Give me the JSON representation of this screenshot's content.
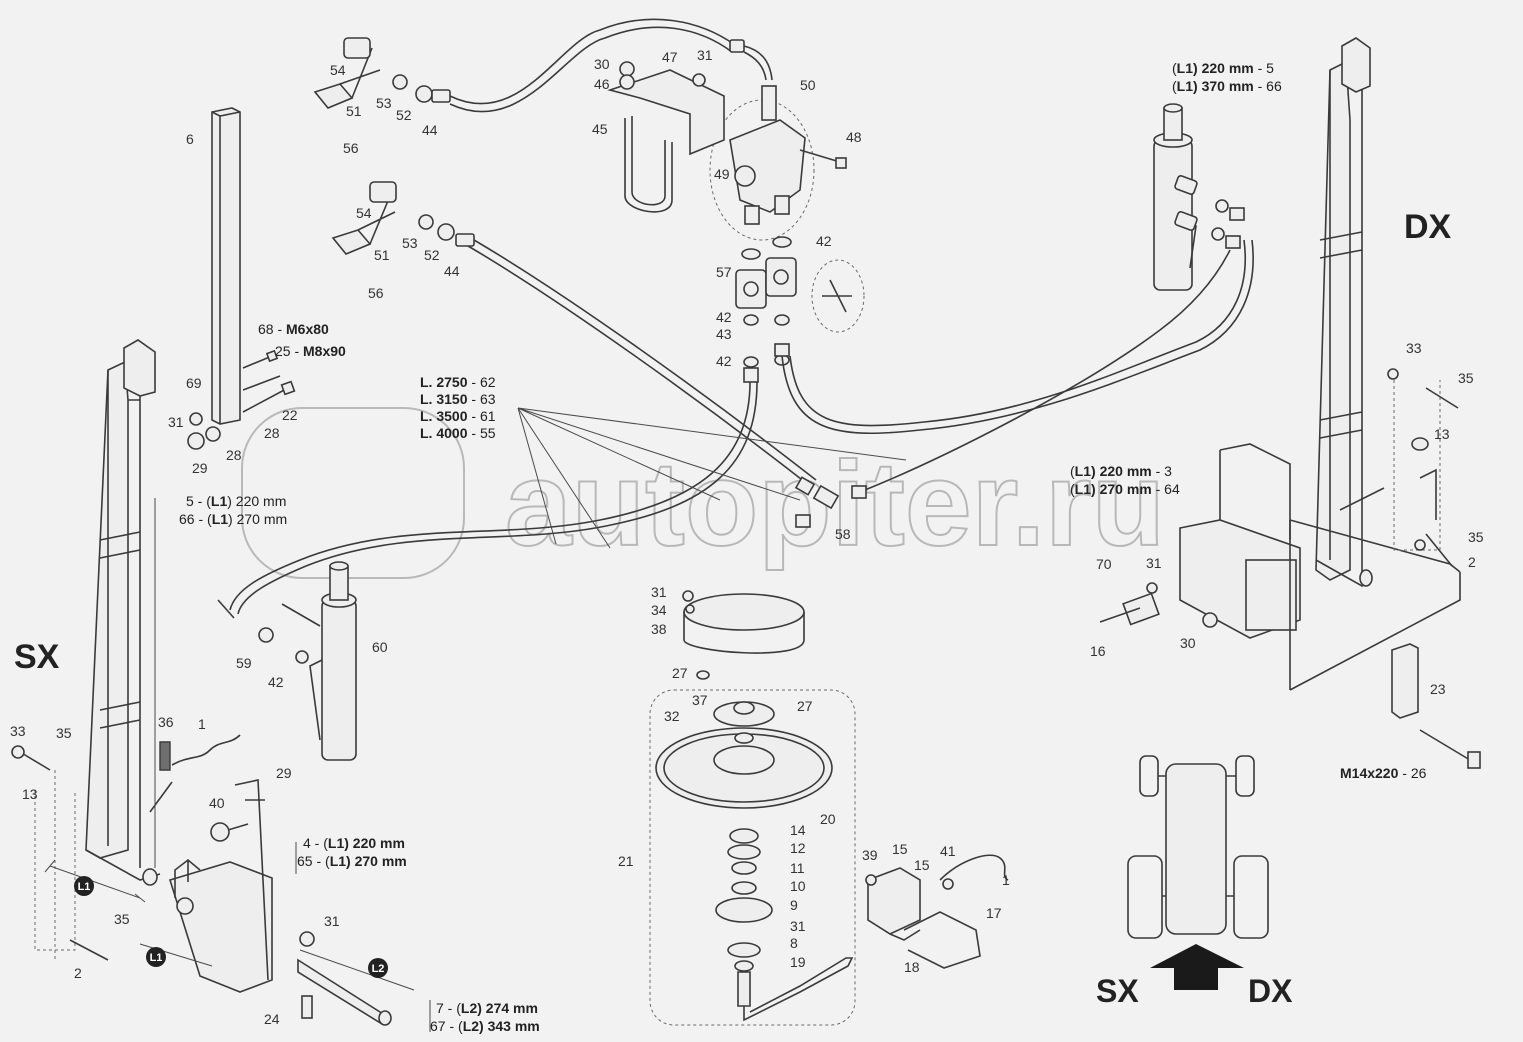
{
  "watermark": {
    "text": "autopiter.ru"
  },
  "sides": {
    "left": "SX",
    "right": "DX"
  },
  "direction_sides": {
    "left": "SX",
    "right": "DX"
  },
  "callouts": [
    {
      "id": "c54a",
      "text": "54"
    },
    {
      "id": "c51a",
      "text": "51"
    },
    {
      "id": "c53a",
      "text": "53"
    },
    {
      "id": "c52a",
      "text": "52"
    },
    {
      "id": "c44a",
      "text": "44"
    },
    {
      "id": "c56a",
      "text": "56"
    },
    {
      "id": "c6",
      "text": "6"
    },
    {
      "id": "c54b",
      "text": "54"
    },
    {
      "id": "c51b",
      "text": "51"
    },
    {
      "id": "c53b",
      "text": "53"
    },
    {
      "id": "c52b",
      "text": "52"
    },
    {
      "id": "c44b",
      "text": "44"
    },
    {
      "id": "c56b",
      "text": "56"
    },
    {
      "id": "c30a",
      "text": "30"
    },
    {
      "id": "c46",
      "text": "46"
    },
    {
      "id": "c47",
      "text": "47"
    },
    {
      "id": "c31a",
      "text": "31"
    },
    {
      "id": "c50",
      "text": "50"
    },
    {
      "id": "c45",
      "text": "45"
    },
    {
      "id": "c48",
      "text": "48"
    },
    {
      "id": "c49",
      "text": "49"
    },
    {
      "id": "c42a",
      "text": "42"
    },
    {
      "id": "c57",
      "text": "57"
    },
    {
      "id": "c42b",
      "text": "42"
    },
    {
      "id": "c43",
      "text": "43"
    },
    {
      "id": "c42c",
      "text": "42"
    },
    {
      "id": "c69",
      "text": "69"
    },
    {
      "id": "c31b",
      "text": "31"
    },
    {
      "id": "c29a",
      "text": "29"
    },
    {
      "id": "c28a",
      "text": "28"
    },
    {
      "id": "c28b",
      "text": "28"
    },
    {
      "id": "c22",
      "text": "22"
    },
    {
      "id": "c58",
      "text": "58"
    },
    {
      "id": "c31c",
      "text": "31"
    },
    {
      "id": "c34",
      "text": "34"
    },
    {
      "id": "c38",
      "text": "38"
    },
    {
      "id": "c27a",
      "text": "27"
    },
    {
      "id": "c60",
      "text": "60"
    },
    {
      "id": "c59",
      "text": "59"
    },
    {
      "id": "c42d",
      "text": "42"
    },
    {
      "id": "c37",
      "text": "37"
    },
    {
      "id": "c27b",
      "text": "27"
    },
    {
      "id": "c32",
      "text": "32"
    },
    {
      "id": "c20",
      "text": "20"
    },
    {
      "id": "c14",
      "text": "14"
    },
    {
      "id": "c12",
      "text": "12"
    },
    {
      "id": "c11",
      "text": "11"
    },
    {
      "id": "c10",
      "text": "10"
    },
    {
      "id": "c9",
      "text": "9"
    },
    {
      "id": "c31d",
      "text": "31"
    },
    {
      "id": "c8",
      "text": "8"
    },
    {
      "id": "c19",
      "text": "19"
    },
    {
      "id": "c21",
      "text": "21"
    },
    {
      "id": "c39",
      "text": "39"
    },
    {
      "id": "c15a",
      "text": "15"
    },
    {
      "id": "c15b",
      "text": "15"
    },
    {
      "id": "c41",
      "text": "41"
    },
    {
      "id": "c1a",
      "text": "1"
    },
    {
      "id": "c17",
      "text": "17"
    },
    {
      "id": "c18",
      "text": "18"
    },
    {
      "id": "c33a",
      "text": "33"
    },
    {
      "id": "c35a",
      "text": "35"
    },
    {
      "id": "c13a",
      "text": "13"
    },
    {
      "id": "c36",
      "text": "36"
    },
    {
      "id": "c1b",
      "text": "1"
    },
    {
      "id": "c29b",
      "text": "29"
    },
    {
      "id": "c40",
      "text": "40"
    },
    {
      "id": "c35b",
      "text": "35"
    },
    {
      "id": "c2a",
      "text": "2"
    },
    {
      "id": "c31e",
      "text": "31"
    },
    {
      "id": "c24",
      "text": "24"
    },
    {
      "id": "c33b",
      "text": "33"
    },
    {
      "id": "c35c",
      "text": "35"
    },
    {
      "id": "c13b",
      "text": "13"
    },
    {
      "id": "c35d",
      "text": "35"
    },
    {
      "id": "c2b",
      "text": "2"
    },
    {
      "id": "c70",
      "text": "70"
    },
    {
      "id": "c31f",
      "text": "31"
    },
    {
      "id": "c16",
      "text": "16"
    },
    {
      "id": "c30b",
      "text": "30"
    },
    {
      "id": "c23",
      "text": "23"
    }
  ],
  "specs": {
    "bolt_68": {
      "num": "68 - ",
      "val": "M6x80"
    },
    "bolt_25": {
      "num": "25 - ",
      "val": "M8x90"
    },
    "hose_62": {
      "pre": "L. ",
      "val": "2750",
      "post": " - 62"
    },
    "hose_63": {
      "pre": "L. ",
      "val": "3150",
      "post": " - 63"
    },
    "hose_61": {
      "pre": "L. ",
      "val": "3500",
      "post": " - 61"
    },
    "hose_55": {
      "pre": "L. ",
      "val": "4000",
      "post": " - 55"
    },
    "sx_5": {
      "num": "5 - (",
      "l": "L1",
      "val": ") 220 mm"
    },
    "sx_66": {
      "num": "66 - (",
      "l": "L1",
      "val": ") 270 mm"
    },
    "sx_4": {
      "num": "4 - (",
      "l": "L1",
      "val": ") 220 mm"
    },
    "sx_65": {
      "num": "65 - (",
      "l": "L1",
      "val": ") 270 mm"
    },
    "sx_7": {
      "num": "7 - (",
      "l": "L2",
      "val": ") 274 mm"
    },
    "sx_67": {
      "num": "67 - (",
      "l": "L2",
      "val": ") 343 mm"
    },
    "dx_5": {
      "pre": "(",
      "l": "L1",
      "val": ") 220 mm",
      "post": " - 5"
    },
    "dx_66": {
      "pre": "(",
      "l": "L1",
      "val": ") 370 mm",
      "post": " - 66"
    },
    "dx_3": {
      "pre": "(",
      "l": "L1",
      "val": ") 220 mm",
      "post": " - 3"
    },
    "dx_64": {
      "pre": "(",
      "l": "L1",
      "val": ") 270 mm",
      "post": " - 64"
    },
    "bolt_26": {
      "val": "M14x220",
      "post": " - 26"
    }
  },
  "dimension_tags": {
    "L1a": "L1",
    "L1b": "L1",
    "L2": "L2"
  }
}
